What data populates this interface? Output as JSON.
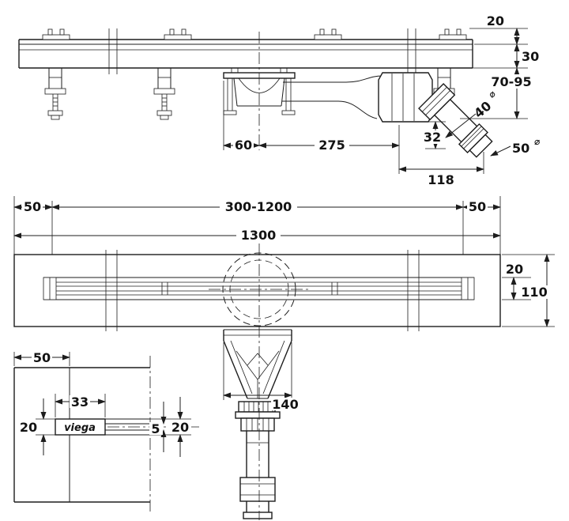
{
  "drawing": {
    "background": "#ffffff",
    "line_color": "#1d1d1d",
    "text_color": "#131313"
  },
  "brand": {
    "label": "viega"
  },
  "dims": {
    "side": {
      "top_clearance": "20",
      "channel_height": "30",
      "install_height": "70-95",
      "outlet_dia": "40",
      "pipe_dia": "50",
      "dia_symbol": "⌀",
      "flange_offset": "60",
      "center_to_outlet": "275",
      "outlet_drop": "32",
      "trap_projection": "118"
    },
    "plan": {
      "left_margin": "50",
      "length_range": "300-1200",
      "right_margin": "50",
      "total_length": "1300",
      "grate_width": "20",
      "body_width": "110"
    },
    "detail": {
      "flange_width": "50",
      "edge_width": "33",
      "height_left": "20",
      "slot_gap": "5",
      "height_right": "20"
    },
    "front": {
      "funnel_width": "140"
    }
  }
}
